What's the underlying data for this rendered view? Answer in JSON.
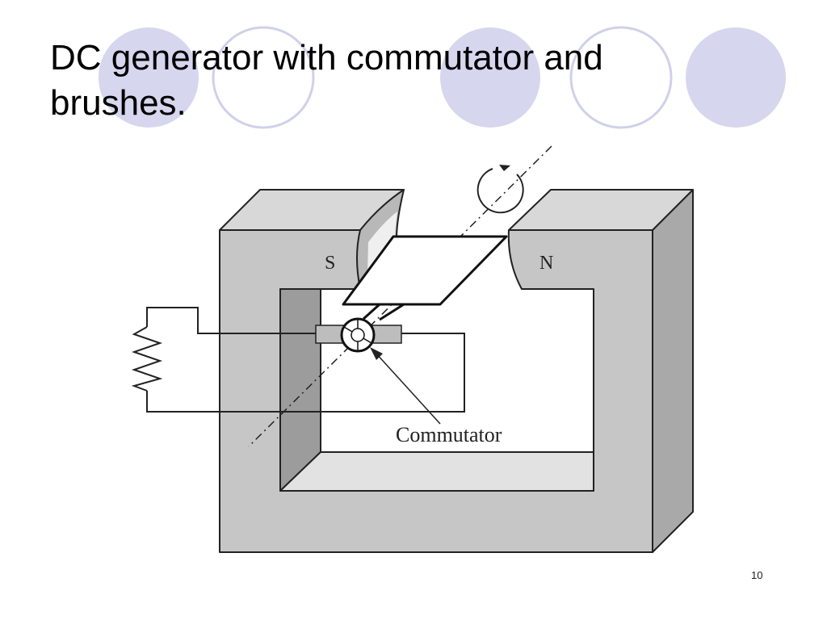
{
  "slide": {
    "title": "DC generator with commutator and brushes.",
    "page_number": "10",
    "colors": {
      "circle_fill": "#d6d6ee",
      "circle_stroke": "#d0d0ea",
      "magnet_front": "#c6c6c6",
      "magnet_side": "#a9a9a9",
      "magnet_top": "#d8d8d8"
    }
  },
  "diagram": {
    "pole_south_label": "S",
    "pole_north_label": "N",
    "commutator_label": "Commutator"
  }
}
